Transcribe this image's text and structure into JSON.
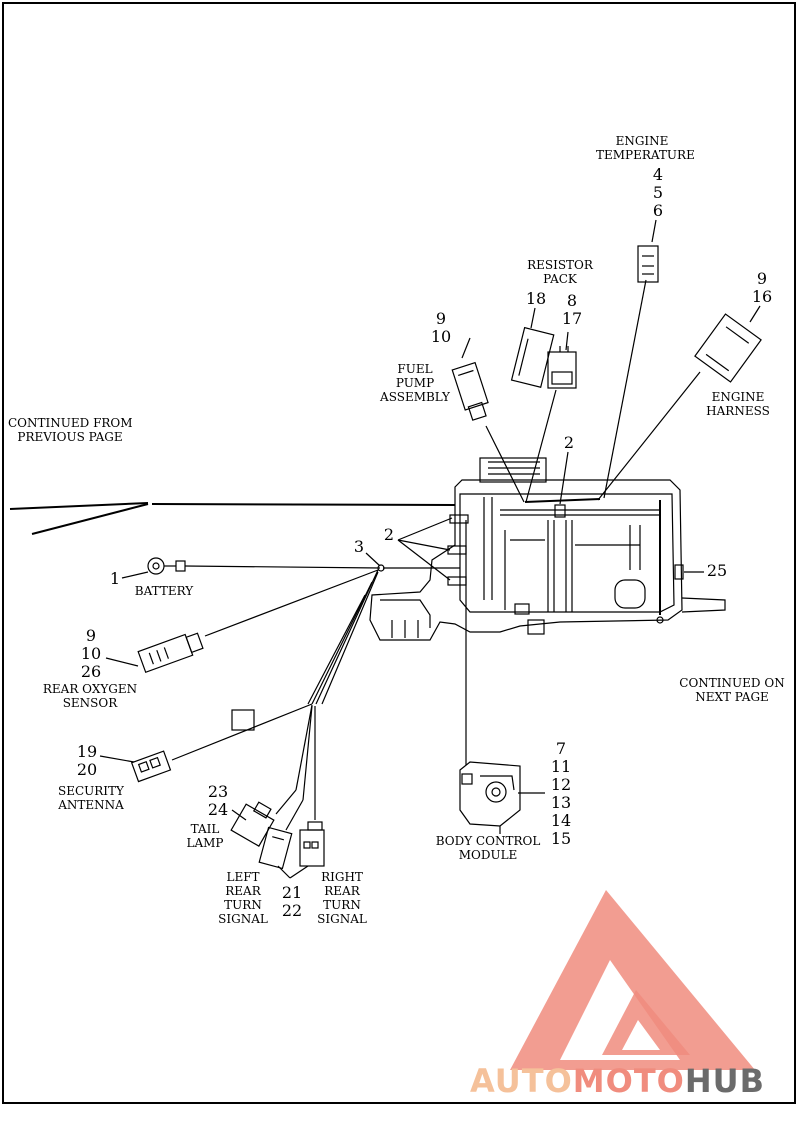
{
  "labels": {
    "engine_temperature": [
      "ENGINE",
      "TEMPERATURE"
    ],
    "resistor_pack": [
      "RESISTOR",
      "PACK"
    ],
    "fuel_pump_assembly": [
      "FUEL",
      "PUMP",
      "ASSEMBLY"
    ],
    "engine_harness": [
      "ENGINE",
      "HARNESS"
    ],
    "continued_from": [
      "CONTINUED FROM",
      "PREVIOUS PAGE"
    ],
    "continued_on": [
      "CONTINUED ON",
      "NEXT PAGE"
    ],
    "battery": "BATTERY",
    "rear_oxygen_sensor": [
      "REAR OXYGEN",
      "SENSOR"
    ],
    "security_antenna": [
      "SECURITY",
      "ANTENNA"
    ],
    "tail_lamp": [
      "TAIL",
      "LAMP"
    ],
    "left_rear_turn_signal": [
      "LEFT",
      "REAR",
      "TURN",
      "SIGNAL"
    ],
    "right_rear_turn_signal": [
      "RIGHT",
      "REAR",
      "TURN",
      "SIGNAL"
    ],
    "body_control_module": [
      "BODY CONTROL",
      "MODULE"
    ]
  },
  "callouts": {
    "engine_temperature": [
      "4",
      "5",
      "6"
    ],
    "resistor_18": "18",
    "resistor_8_17": [
      "8",
      "17"
    ],
    "fuel_pump": [
      "9",
      "10"
    ],
    "engine_harness": [
      "9",
      "16"
    ],
    "two_top": "2",
    "two_left": "2",
    "three": "3",
    "one": "1",
    "twentyfive": "25",
    "rear_oxygen": [
      "9",
      "10",
      "26"
    ],
    "security_antenna": [
      "19",
      "20"
    ],
    "tail_lamp": [
      "23",
      "24"
    ],
    "turn_signals": [
      "21",
      "22"
    ],
    "body_control": [
      "7",
      "11",
      "12",
      "13",
      "14",
      "15"
    ]
  },
  "watermark": {
    "auto": "AUTO",
    "moto": "MOTO",
    "hub": "HUB",
    "color_light": "#f5c19a",
    "color_red": "#f08c7e",
    "color_gray": "#6b6b6b"
  }
}
